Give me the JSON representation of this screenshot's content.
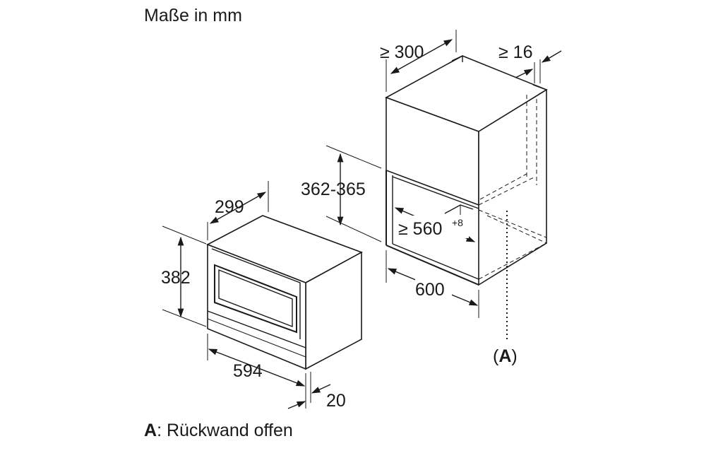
{
  "title": "Maße in mm",
  "legend": {
    "key": "A",
    "text": ": Rückwand offen"
  },
  "callout": {
    "open": "(",
    "key": "A",
    "close": ")"
  },
  "dimensions": {
    "appliance_depth": "299",
    "appliance_height": "382",
    "appliance_width": "594",
    "front_overhang": "20",
    "niche_height": "362-365",
    "niche_depth_min": "≥ 560",
    "niche_depth_tolerance": "+8",
    "niche_width": "600",
    "cabinet_depth_min": "≥ 300",
    "side_wall_min": "≥ 16"
  }
}
